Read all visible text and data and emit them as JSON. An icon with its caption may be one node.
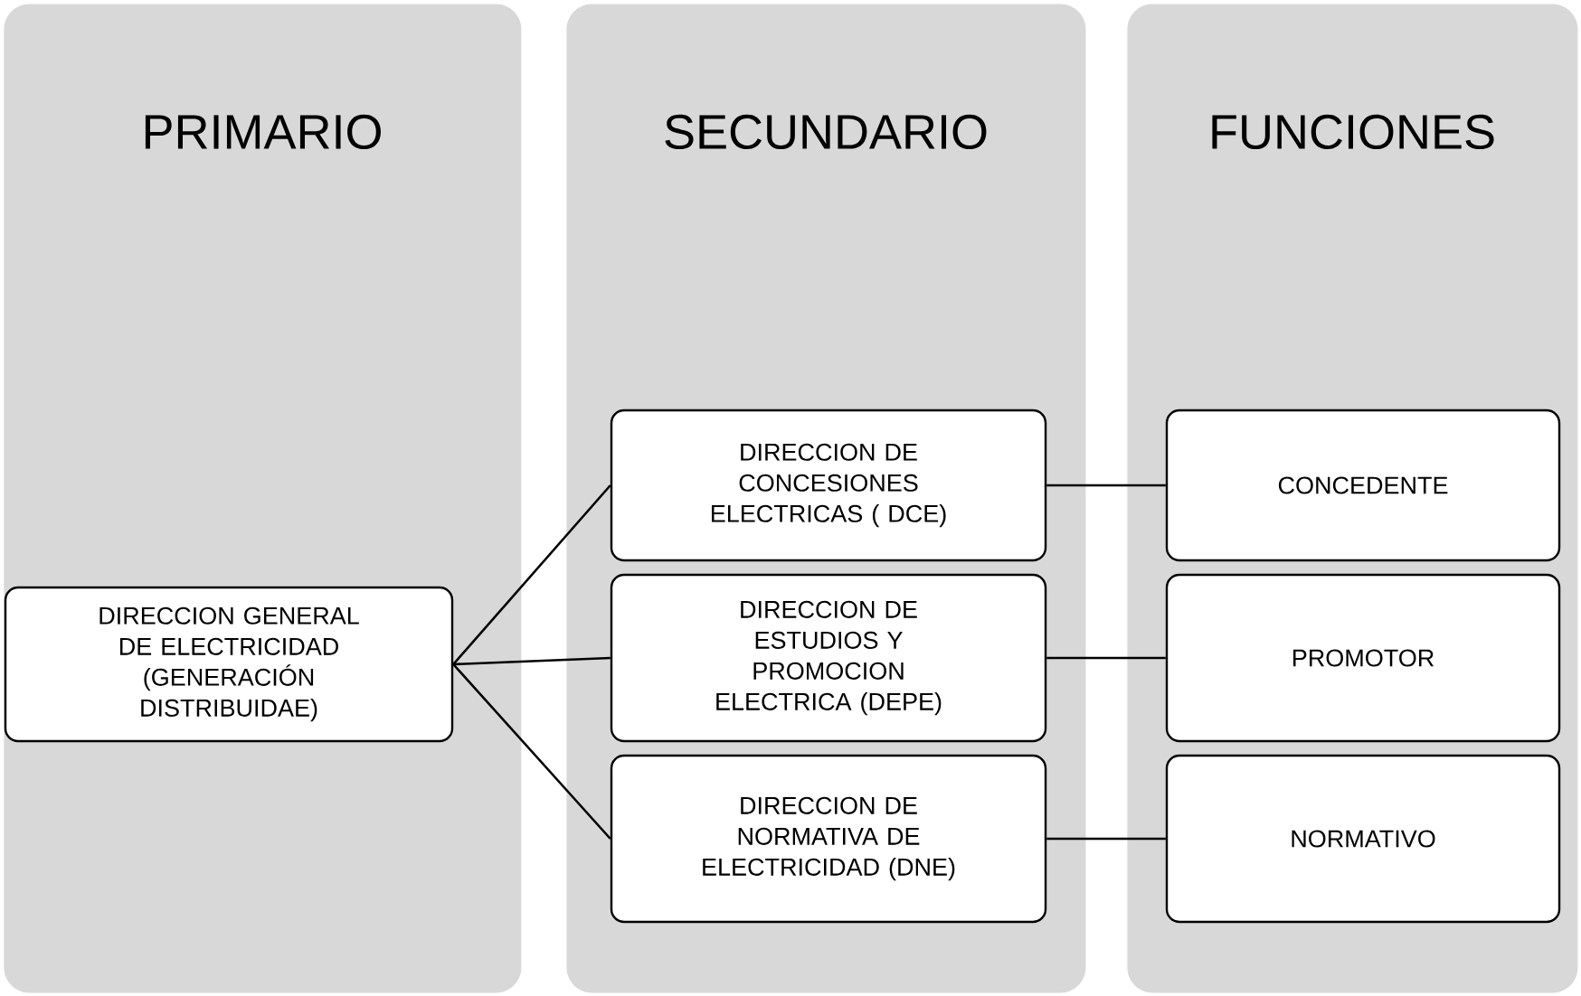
{
  "diagram": {
    "nodes": [
      {
        "text": [
          "PRIMARIO"
        ]
      },
      {
        "text": [
          "SECUNDARIO"
        ]
      },
      {
        "text": [
          "FUNCIONES"
        ]
      },
      {
        "text": [
          "DIRECCION GENERAL DE ELECTRICIDAD (GENERACIÓN DISTRIBUIDAE)"
        ],
        "in": 0
      },
      {
        "text": [
          "DIRECCION DE CONCESIONES ELECTRICAS ( DCE)"
        ],
        "in": 1
      },
      {
        "text": [
          "DIRECCION DE ESTUDIOS Y PROMOCION ELECTRICA (DEPE)"
        ],
        "in": 1
      },
      {
        "text": [
          "DIRECCION DE NORMATIVA DE ELECTRICIDAD (DNE)"
        ],
        "in": 1
      },
      {
        "text": [
          "CONCEDENTE"
        ],
        "in": 2
      },
      {
        "text": [
          "PROMOTOR"
        ],
        "in": 2
      },
      {
        "text": [
          "NORMATIVO"
        ],
        "in": 2
      }
    ],
    "edges": [
      {
        "from": 3,
        "to": 4,
        "arrow": "none"
      },
      {
        "from": 3,
        "to": 5,
        "arrow": "none"
      },
      {
        "from": 3,
        "to": 6,
        "arrow": "none"
      },
      {
        "from": 4,
        "to": 7,
        "arrow": "none"
      },
      {
        "from": 5,
        "to": 8,
        "arrow": "none"
      },
      {
        "from": 6,
        "to": 9,
        "arrow": "none"
      }
    ]
  }
}
